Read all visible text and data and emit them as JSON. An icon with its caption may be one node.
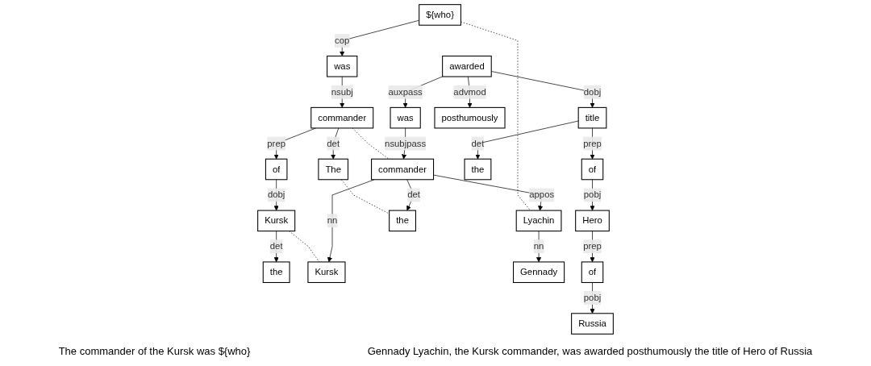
{
  "diagram": {
    "nodes": [
      {
        "text": [
          "${who}"
        ]
      },
      {
        "text": [
          "was"
        ]
      },
      {
        "text": [
          "commander"
        ]
      },
      {
        "text": [
          "The"
        ]
      },
      {
        "text": [
          "of"
        ]
      },
      {
        "text": [
          "Kursk"
        ]
      },
      {
        "text": [
          "the"
        ]
      },
      {
        "text": [
          "awarded"
        ]
      },
      {
        "text": [
          "was"
        ]
      },
      {
        "text": [
          "posthumously"
        ]
      },
      {
        "text": [
          "title"
        ]
      },
      {
        "text": [
          "commander"
        ]
      },
      {
        "text": [
          "the"
        ]
      },
      {
        "text": [
          "of"
        ]
      },
      {
        "text": [
          "Lyachin"
        ]
      },
      {
        "text": [
          "the"
        ]
      },
      {
        "text": [
          "Kursk"
        ]
      },
      {
        "text": [
          "Hero"
        ]
      },
      {
        "text": [
          "Gennady"
        ]
      },
      {
        "text": [
          "of"
        ]
      },
      {
        "text": [
          "Russia"
        ]
      }
    ],
    "edges": [
      {
        "from": 0,
        "to": 1,
        "arrow": "to",
        "label": "cop"
      },
      {
        "from": 1,
        "to": 2,
        "arrow": "to",
        "label": "nsubj"
      },
      {
        "from": 2,
        "to": 3,
        "arrow": "to",
        "label": "det"
      },
      {
        "from": 2,
        "to": 4,
        "arrow": "to",
        "label": "prep"
      },
      {
        "from": 4,
        "to": 5,
        "arrow": "to",
        "label": "dobj"
      },
      {
        "from": 5,
        "to": 6,
        "arrow": "to",
        "label": "det"
      },
      {
        "from": 7,
        "to": 8,
        "arrow": "to",
        "label": "auxpass"
      },
      {
        "from": 7,
        "to": 9,
        "arrow": "to",
        "label": "advmod"
      },
      {
        "from": 7,
        "to": 10,
        "arrow": "to",
        "label": "dobj"
      },
      {
        "from": 8,
        "to": 11,
        "arrow": "to",
        "label": "nsubjpass"
      },
      {
        "from": 10,
        "to": 12,
        "arrow": "to",
        "label": "det"
      },
      {
        "from": 10,
        "to": 13,
        "arrow": "to",
        "label": "prep"
      },
      {
        "from": 11,
        "to": 14,
        "arrow": "to",
        "label": "appos"
      },
      {
        "from": 11,
        "to": 15,
        "arrow": "to",
        "label": "det"
      },
      {
        "from": 11,
        "to": 16,
        "arrow": "to",
        "label": "nn"
      },
      {
        "from": 13,
        "to": 17,
        "arrow": "to",
        "label": "pobj"
      },
      {
        "from": 14,
        "to": 18,
        "arrow": "to",
        "label": "nn"
      },
      {
        "from": 17,
        "to": 19,
        "arrow": "to",
        "label": "prep"
      },
      {
        "from": 19,
        "to": 20,
        "arrow": "to",
        "label": "pobj"
      },
      {
        "from": 0,
        "to": 14,
        "arrow": "none",
        "style": "dashed"
      },
      {
        "from": 2,
        "to": 11,
        "arrow": "none",
        "style": "dashed"
      },
      {
        "from": 3,
        "to": 15,
        "arrow": "none",
        "style": "dashed"
      },
      {
        "from": 5,
        "to": 16,
        "arrow": "none",
        "style": "dashed"
      }
    ],
    "labels": [
      "The commander of the Kursk was ${who}",
      "Gennady Lyachin, the Kursk commander, was awarded posthumously the title of Hero of Russia"
    ]
  }
}
